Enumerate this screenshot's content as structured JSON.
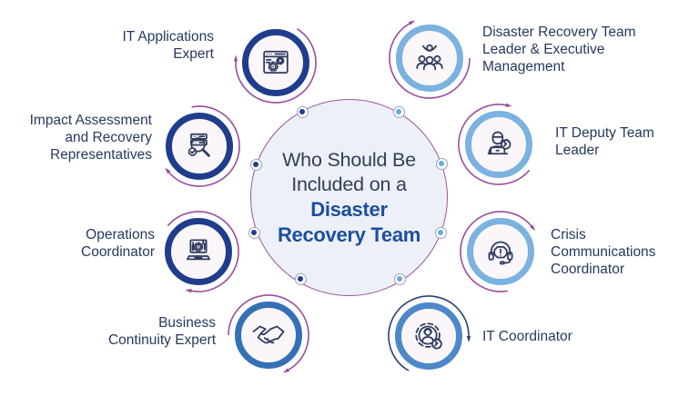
{
  "center": {
    "lines": [
      "Who Should Be",
      "Included on a"
    ],
    "bold_lines": [
      "Disaster",
      "Recovery Team"
    ]
  },
  "nodes": [
    {
      "label_lines": [
        "IT Applications",
        "Expert"
      ],
      "icon": "browser-gears-icon",
      "ring_tone": "navy",
      "arc_tone": "purple"
    },
    {
      "label_lines": [
        "Disaster Recovery Team",
        "Leader & Executive",
        "Management"
      ],
      "icon": "team-leader-icon",
      "ring_tone": "light-blue",
      "arc_tone": "purple"
    },
    {
      "label_lines": [
        "Impact Assessment",
        "and Recovery",
        "Representatives"
      ],
      "icon": "server-search-icon",
      "ring_tone": "navy",
      "arc_tone": "purple"
    },
    {
      "label_lines": [
        "IT Deputy Team",
        "Leader"
      ],
      "icon": "engineer-laptop-icon",
      "ring_tone": "light-blue",
      "arc_tone": "purple"
    },
    {
      "label_lines": [
        "Operations",
        "Coordinator"
      ],
      "icon": "laptop-tools-icon",
      "ring_tone": "navy",
      "arc_tone": "purple"
    },
    {
      "label_lines": [
        "Crisis",
        "Communications",
        "Coordinator"
      ],
      "icon": "headset-alert-icon",
      "ring_tone": "light-blue",
      "arc_tone": "purple"
    },
    {
      "label_lines": [
        "Business",
        "Continuity Expert"
      ],
      "icon": "handshake-icon",
      "ring_tone": "medium-blue",
      "arc_tone": "purple"
    },
    {
      "label_lines": [
        "IT Coordinator"
      ],
      "icon": "gear-technician-icon",
      "ring_tone": "medium-blue-light",
      "arc_tone": "navy"
    }
  ],
  "colors": {
    "background": "#ffffff",
    "center_fill": "#edf0f8",
    "center_border": "#9a559c",
    "node_fill": "#faf6fa",
    "ring_navy": "#1f3d8c",
    "ring_light": "#7ab2e0",
    "ring_medium": "#3470b5",
    "ring_medium_light": "#4d88c8",
    "arc_purple": "#9c4d9e",
    "arc_navy": "#2a4472",
    "icon_stroke": "#2e3a5e",
    "label_text": "#27395f",
    "title_text": "#323e58",
    "title_accent": "#1c4f9e",
    "dot_navy": "#1d3d8d",
    "dot_light": "#65acdf",
    "dot_ring": "#9aa2bd"
  }
}
